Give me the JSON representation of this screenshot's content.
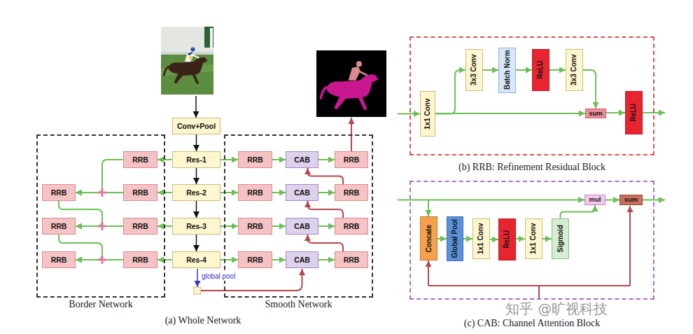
{
  "diagram": {
    "nodes": [
      {
        "text": [
          "Conv+Pool"
        ]
      },
      {
        "text": [
          "Res-1"
        ]
      },
      {
        "text": [
          "Res-2"
        ]
      },
      {
        "text": [
          "Res-3"
        ]
      },
      {
        "text": [
          "Res-4"
        ]
      },
      {
        "text": [
          "Border Network"
        ]
      },
      {
        "text": [
          "RRB"
        ],
        "in": 5
      },
      {
        "text": [
          "RRB"
        ],
        "in": 5
      },
      {
        "text": [
          "RRB"
        ],
        "in": 5
      },
      {
        "text": [
          "RRB"
        ],
        "in": 5
      },
      {
        "text": [
          "RRB"
        ],
        "in": 5
      },
      {
        "text": [
          "RRB"
        ],
        "in": 5
      },
      {
        "text": [
          "RRB"
        ],
        "in": 5
      },
      {
        "text": [
          "Smooth Network"
        ]
      },
      {
        "text": [
          "RRB"
        ],
        "in": 13
      },
      {
        "text": [
          "RRB"
        ],
        "in": 13
      },
      {
        "text": [
          "RRB"
        ],
        "in": 13
      },
      {
        "text": [
          "RRB"
        ],
        "in": 13
      },
      {
        "text": [
          "CAB"
        ],
        "in": 13
      },
      {
        "text": [
          "CAB"
        ],
        "in": 13
      },
      {
        "text": [
          "CAB"
        ],
        "in": 13
      },
      {
        "text": [
          "CAB"
        ],
        "in": 13
      },
      {
        "text": [
          "RRB"
        ],
        "in": 13
      },
      {
        "text": [
          "RRB"
        ],
        "in": 13
      },
      {
        "text": [
          "RRB"
        ],
        "in": 13
      },
      {
        "text": [
          "RRB"
        ],
        "in": 13
      },
      {
        "text": [
          "(b) RRB: Refinement Residual Block"
        ]
      },
      {
        "text": [
          "1x1 Conv"
        ],
        "in": 26
      },
      {
        "text": [
          "3x3 Conv"
        ],
        "in": 26
      },
      {
        "text": [
          "Batch Norm"
        ],
        "in": 26
      },
      {
        "text": [
          "ReLU"
        ],
        "in": 26
      },
      {
        "text": [
          "3x3 Conv"
        ],
        "in": 26
      },
      {
        "text": [
          "sum"
        ],
        "in": 26
      },
      {
        "text": [
          "ReLU"
        ],
        "in": 26
      },
      {
        "text": [
          "(c) CAB: Channel Attention Block"
        ]
      },
      {
        "text": [
          "Concate"
        ],
        "in": 34
      },
      {
        "text": [
          "Global Pool"
        ],
        "in": 34
      },
      {
        "text": [
          "1x1 Conv"
        ],
        "in": 34
      },
      {
        "text": [
          "ReLU"
        ],
        "in": 34
      },
      {
        "text": [
          "1x1 Conv"
        ],
        "in": 34
      },
      {
        "text": [
          "Sigmoid"
        ],
        "in": 34
      },
      {
        "text": [
          "mul"
        ],
        "in": 34
      },
      {
        "text": [
          "sum"
        ],
        "in": 34
      }
    ],
    "edges": [
      {
        "from": 0,
        "to": 1,
        "arrow": "to"
      },
      {
        "from": 1,
        "to": 2,
        "arrow": "to"
      },
      {
        "from": 2,
        "to": 3,
        "arrow": "to"
      },
      {
        "from": 3,
        "to": 4,
        "arrow": "to"
      },
      {
        "from": 1,
        "to": 6,
        "arrow": "to"
      },
      {
        "from": 2,
        "to": 7,
        "arrow": "to"
      },
      {
        "from": 3,
        "to": 8,
        "arrow": "to"
      },
      {
        "from": 4,
        "to": 9,
        "arrow": "to"
      },
      {
        "from": 6,
        "to": 10,
        "arrow": "to"
      },
      {
        "from": 7,
        "to": 10,
        "arrow": "to"
      },
      {
        "from": 10,
        "to": 11,
        "arrow": "to"
      },
      {
        "from": 8,
        "to": 11,
        "arrow": "to"
      },
      {
        "from": 11,
        "to": 12,
        "arrow": "to"
      },
      {
        "from": 9,
        "to": 12,
        "arrow": "to"
      },
      {
        "from": 1,
        "to": 14,
        "arrow": "to"
      },
      {
        "from": 2,
        "to": 15,
        "arrow": "to"
      },
      {
        "from": 3,
        "to": 16,
        "arrow": "to"
      },
      {
        "from": 4,
        "to": 17,
        "arrow": "to"
      },
      {
        "from": 14,
        "to": 18,
        "arrow": "to"
      },
      {
        "from": 15,
        "to": 19,
        "arrow": "to"
      },
      {
        "from": 16,
        "to": 20,
        "arrow": "to"
      },
      {
        "from": 17,
        "to": 21,
        "arrow": "to"
      },
      {
        "from": 18,
        "to": 22,
        "arrow": "to"
      },
      {
        "from": 19,
        "to": 23,
        "arrow": "to"
      },
      {
        "from": 20,
        "to": 24,
        "arrow": "to"
      },
      {
        "from": 21,
        "to": 25,
        "arrow": "to"
      },
      {
        "from": 23,
        "to": 18,
        "arrow": "to"
      },
      {
        "from": 24,
        "to": 19,
        "arrow": "to"
      },
      {
        "from": 25,
        "to": 20,
        "arrow": "to"
      },
      {
        "from": 27,
        "to": 28,
        "arrow": "to"
      },
      {
        "from": 28,
        "to": 29,
        "arrow": "to"
      },
      {
        "from": 29,
        "to": 30,
        "arrow": "to"
      },
      {
        "from": 30,
        "to": 31,
        "arrow": "to"
      },
      {
        "from": 31,
        "to": 32,
        "arrow": "to"
      },
      {
        "from": 27,
        "to": 32,
        "arrow": "to"
      },
      {
        "from": 32,
        "to": 33,
        "arrow": "to"
      },
      {
        "from": 35,
        "to": 36,
        "arrow": "to"
      },
      {
        "from": 36,
        "to": 37,
        "arrow": "to"
      },
      {
        "from": 37,
        "to": 38,
        "arrow": "to"
      },
      {
        "from": 38,
        "to": 39,
        "arrow": "to"
      },
      {
        "from": 39,
        "to": 40,
        "arrow": "to"
      },
      {
        "from": 40,
        "to": 41,
        "arrow": "to"
      },
      {
        "from": 41,
        "to": 42,
        "arrow": "to"
      }
    ],
    "labels": [
      "(a) Whole Network",
      "global pool",
      "知乎 @旷视科技"
    ]
  }
}
